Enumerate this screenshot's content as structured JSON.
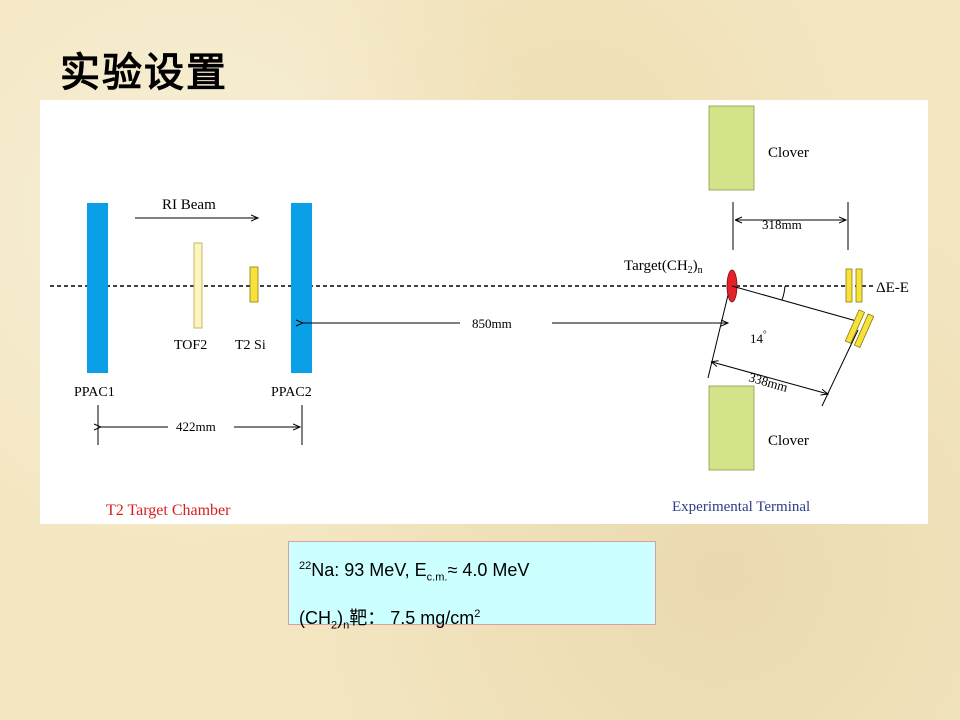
{
  "title": "实验设置",
  "diagram": {
    "beam_label": "RI Beam",
    "tof_label": "TOF2",
    "si_label": "T2 Si",
    "ppac1_label": "PPAC1",
    "ppac2_label": "PPAC2",
    "dist_422": "422mm",
    "dist_850": "850mm",
    "target_label": "Target(CH",
    "target_sub": "2",
    "target_close": ")",
    "target_n": "n",
    "clover_top": "Clover",
    "clover_bottom": "Clover",
    "dist_318": "318mm",
    "dist_338": "338mm",
    "angle": "14",
    "angle_deg": "°",
    "de_e": "ΔE-E",
    "chamber_label": "T2 Target Chamber",
    "terminal_label": "Experimental Terminal",
    "colors": {
      "ppac": "#0aa0e8",
      "tof": "#fbf6c0",
      "si": "#f7e23a",
      "clover": "#d3e38a",
      "target": "#e2212a",
      "red_text": "#d81e1e",
      "blue_text": "#2a3f86"
    }
  },
  "info": {
    "line1_sup": "22",
    "line1_main": "Na: 93 MeV, E",
    "line1_sub": "c.m.",
    "line1_rest": "≈ 4.0 MeV",
    "line2_a": "(CH",
    "line2_sub2": "2",
    "line2_b": ")",
    "line2_subn": "n",
    "line2_c": "靶：  7.5 mg/cm",
    "line2_sup": "2"
  }
}
